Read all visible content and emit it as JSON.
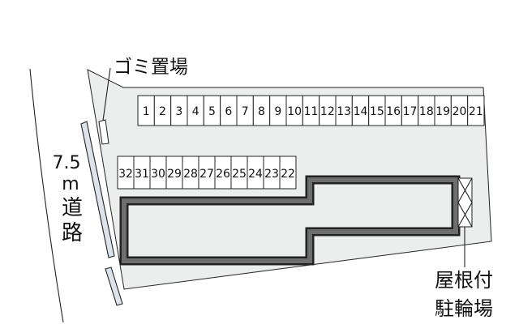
{
  "garbage_area": {
    "label": "ゴミ置場"
  },
  "road": {
    "width": "7.5",
    "unit": "m",
    "char_1": "道",
    "char_2": "路"
  },
  "parking": {
    "row_1": [
      "1",
      "2",
      "3",
      "4",
      "5",
      "6",
      "7",
      "8",
      "9",
      "10",
      "11",
      "12",
      "13",
      "14",
      "15",
      "16",
      "17",
      "18",
      "19",
      "20",
      "21"
    ],
    "row_2": [
      "32",
      "31",
      "30",
      "29",
      "28",
      "27",
      "26",
      "25",
      "24",
      "23",
      "22"
    ]
  },
  "bicycle_parking": {
    "line_1": "屋根付",
    "line_2": "駐輪場"
  },
  "colors": {
    "lot": "#eceeee",
    "curb": "#dde3ea",
    "building_outline": "#6e6e6e",
    "building_edge": "#222222"
  }
}
